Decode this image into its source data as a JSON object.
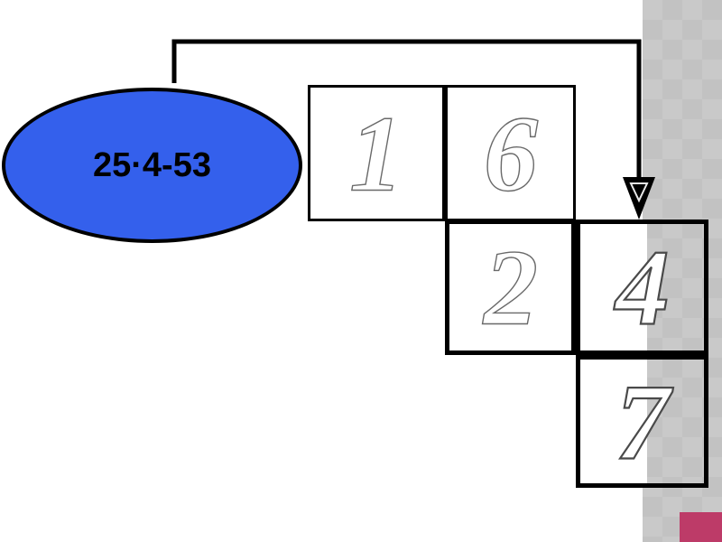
{
  "slide": {
    "background_color": "#ffffff",
    "checker_panel": {
      "name": "checkered-background-panel",
      "base_color": "#c9c9c9",
      "diamond_color": "#c2c2c2"
    },
    "pink_marker": {
      "name": "pink-square-marker",
      "color": "#bd3b68"
    }
  },
  "callout": {
    "label": "25·4-53",
    "fill_color": "#3460EC",
    "outline_color": "#000000",
    "text_color": "#000000"
  },
  "connector": {
    "name": "elbow-arrow-connector",
    "color": "#000000",
    "arrowhead": "down-triangle"
  },
  "grid": {
    "cells": [
      {
        "id": "cell-1",
        "digit": "1",
        "row": 1,
        "col": 1,
        "border": "thin"
      },
      {
        "id": "cell-6",
        "digit": "6",
        "row": 1,
        "col": 2,
        "border": "thin"
      },
      {
        "id": "cell-2",
        "digit": "2",
        "row": 2,
        "col": 2,
        "border": "thick"
      },
      {
        "id": "cell-4",
        "digit": "4",
        "row": 2,
        "col": 3,
        "border": "thick"
      },
      {
        "id": "cell-7",
        "digit": "7",
        "row": 3,
        "col": 3,
        "border": "thick"
      }
    ],
    "digit_style": "outlined-italic-serif"
  }
}
